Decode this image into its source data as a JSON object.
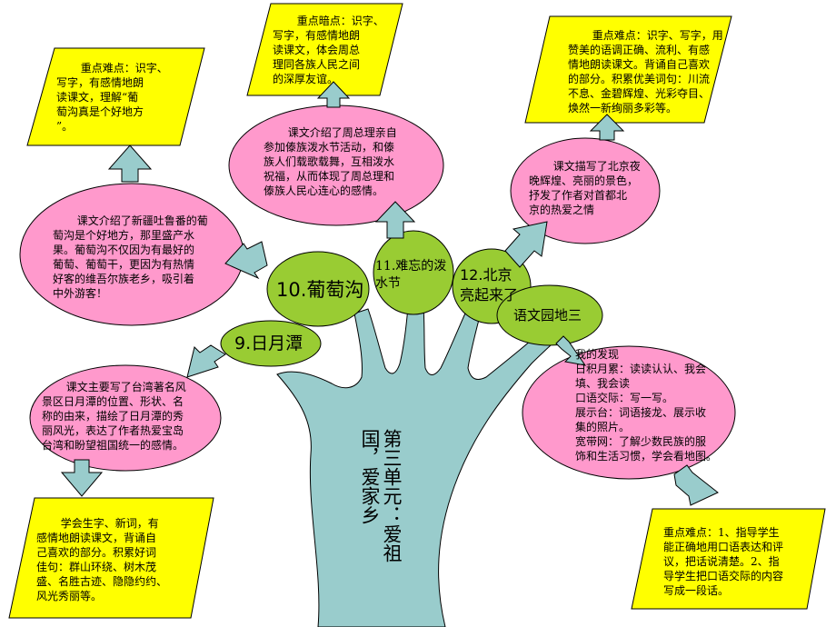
{
  "colors": {
    "trunk": "#99cccc",
    "leaf": "#99cc33",
    "bubble": "#ff99cc",
    "note": "#ffff00",
    "arrow": "#99cccc",
    "outline": "#000000"
  },
  "title": "第三单元：爱祖国，爱家乡",
  "leaves": {
    "l9": "9.日月潭",
    "l10": "10.葡萄沟",
    "l11": "11.难忘的泼\n水节",
    "l12": "12.北京\n亮起来了",
    "lg": "语文园地三"
  },
  "bubbles": {
    "b9": "       课文主要写了台湾著名风\n景区日月潭的位置、形状、名\n称的由来，描绘了日月潭的秀\n丽风光，表达了作者热爱宝岛\n台湾和盼望祖国统一的感情。",
    "b10": "       课文介绍了新疆吐鲁番的葡\n萄沟是个好地方，那里盛产水\n果。葡萄沟不仅因为有最好的\n葡萄、葡萄干，更因为有热情\n好客的维吾尔族老乡，吸引着\n中外游客！",
    "b11": "       课文介绍了周总理亲自\n参加傣族泼水节活动，和傣\n族人们载歌载舞，互相泼水\n祝福，从而体现了周总理和\n傣族人民心连心的感情。",
    "b12": "       课文描写了北京夜\n晚辉煌、亮丽的景色，\n抒发了作者对首都北\n京的热爱之情",
    "bg": "我的发现\n日积月累：读读认认、我会\n填、我会读\n口语交际：写一写。\n展示台：词语接龙、展示收\n集的照片。\n宽带网：了解少数民族的服\n饰和生活习惯，学会看地图。"
  },
  "notes": {
    "n9": "       学会生字、新词，有\n感情地朗读课文，背诵自\n己喜欢的部分。积累好词\n佳句：群山环绕、树木茂\n盛、名胜古迹、隐隐约约、\n风光秀丽等。",
    "n10": "       重点难点：识字、\n写字，有感情地朗\n读课文，理解“葡\n萄沟真是个好地方\n”。",
    "n11": "       重点暗点：识字、\n写字，有感情地朗\n读课文，体会周总\n理同各族人民之间\n的深厚友谊。",
    "n12": "       重点难点：识字、写字，用\n赞美的语调正确、流利、有感\n情地朗读课文。背诵自己喜欢\n的部分。积累优美词句：川流\n不息、金碧辉煌、光彩夺目、\n焕然一新绚丽多彩等。",
    "ng": "重点难点：1、指导学生\n能正确地用口语表达和评\n议，把话说清楚。2、指\n导学生把口语交际的内容\n写成一段话。"
  }
}
